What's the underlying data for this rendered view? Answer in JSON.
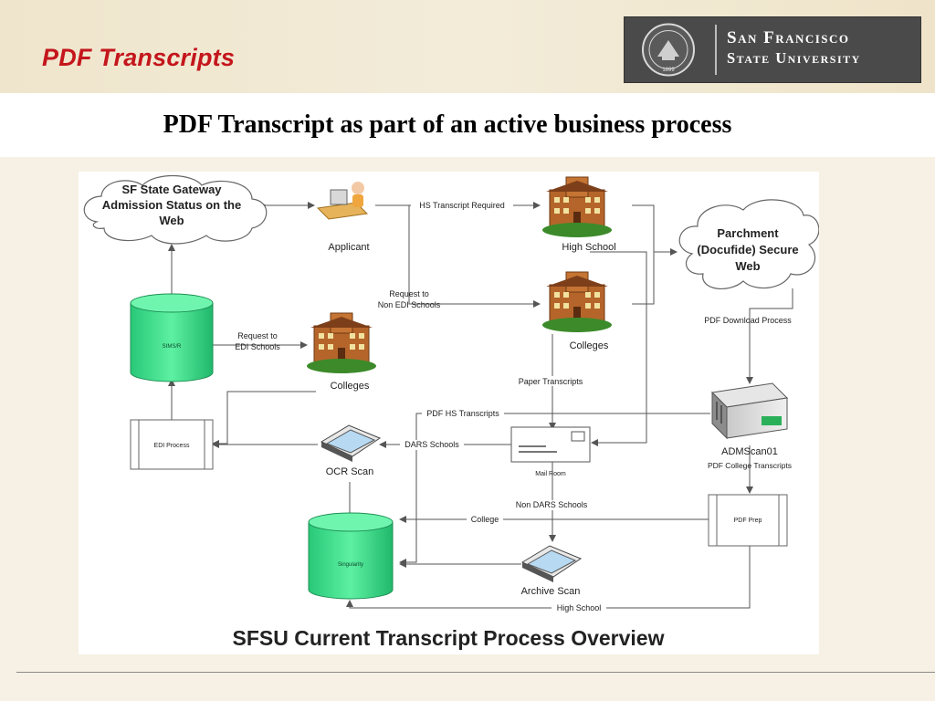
{
  "slide": {
    "title": "PDF Transcripts",
    "subtitle": "PDF Transcript as part of an active business process"
  },
  "logo": {
    "line1": "San Francisco",
    "line2": "State University",
    "seal_text": "1899"
  },
  "diagram": {
    "caption": "SFSU Current Transcript Process Overview",
    "gateway_cloud": [
      "SF State Gateway",
      "Admission Status on the",
      "Web"
    ],
    "parchment_cloud": [
      "Parchment",
      "(Docufide) Secure",
      "Web"
    ],
    "applicant": "Applicant",
    "high_school": "High School",
    "colleges_top": "Colleges",
    "colleges_left": "Colleges",
    "sims_db": "SIMS/R",
    "singularity_db": "Singularity",
    "edi_process": "EDI Process",
    "pdf_prep": "PDF Prep",
    "ocr_scan": "OCR Scan",
    "archive_scan": "Archive Scan",
    "mail_room": "Mail Room",
    "admscan_server": "ADMScan01",
    "admscan_sub": "PDF College Transcripts",
    "edges": {
      "hs_required": "HS Transcript Required",
      "request_non_edi": [
        "Request to",
        "Non EDI Schools"
      ],
      "request_edi": [
        "Request to",
        "EDI Schools"
      ],
      "pdf_download": "PDF Download Process",
      "paper_transcripts": "Paper Transcripts",
      "pdf_hs_transcripts": "PDF HS Transcripts",
      "dars_schools": "DARS Schools",
      "non_dars_schools": "Non DARS Schools",
      "college": "College",
      "high_school_edge": "High School"
    }
  },
  "colors": {
    "title": "#c4161c",
    "db_green": "#3ee08c",
    "logo_bg": "#4a4a4a",
    "line": "#555555"
  },
  "icons": [
    "university-seal-icon",
    "applicant-computer-icon",
    "school-building-icon",
    "database-icon",
    "scanner-icon",
    "mail-envelope-icon",
    "server-icon",
    "cloud-icon"
  ]
}
